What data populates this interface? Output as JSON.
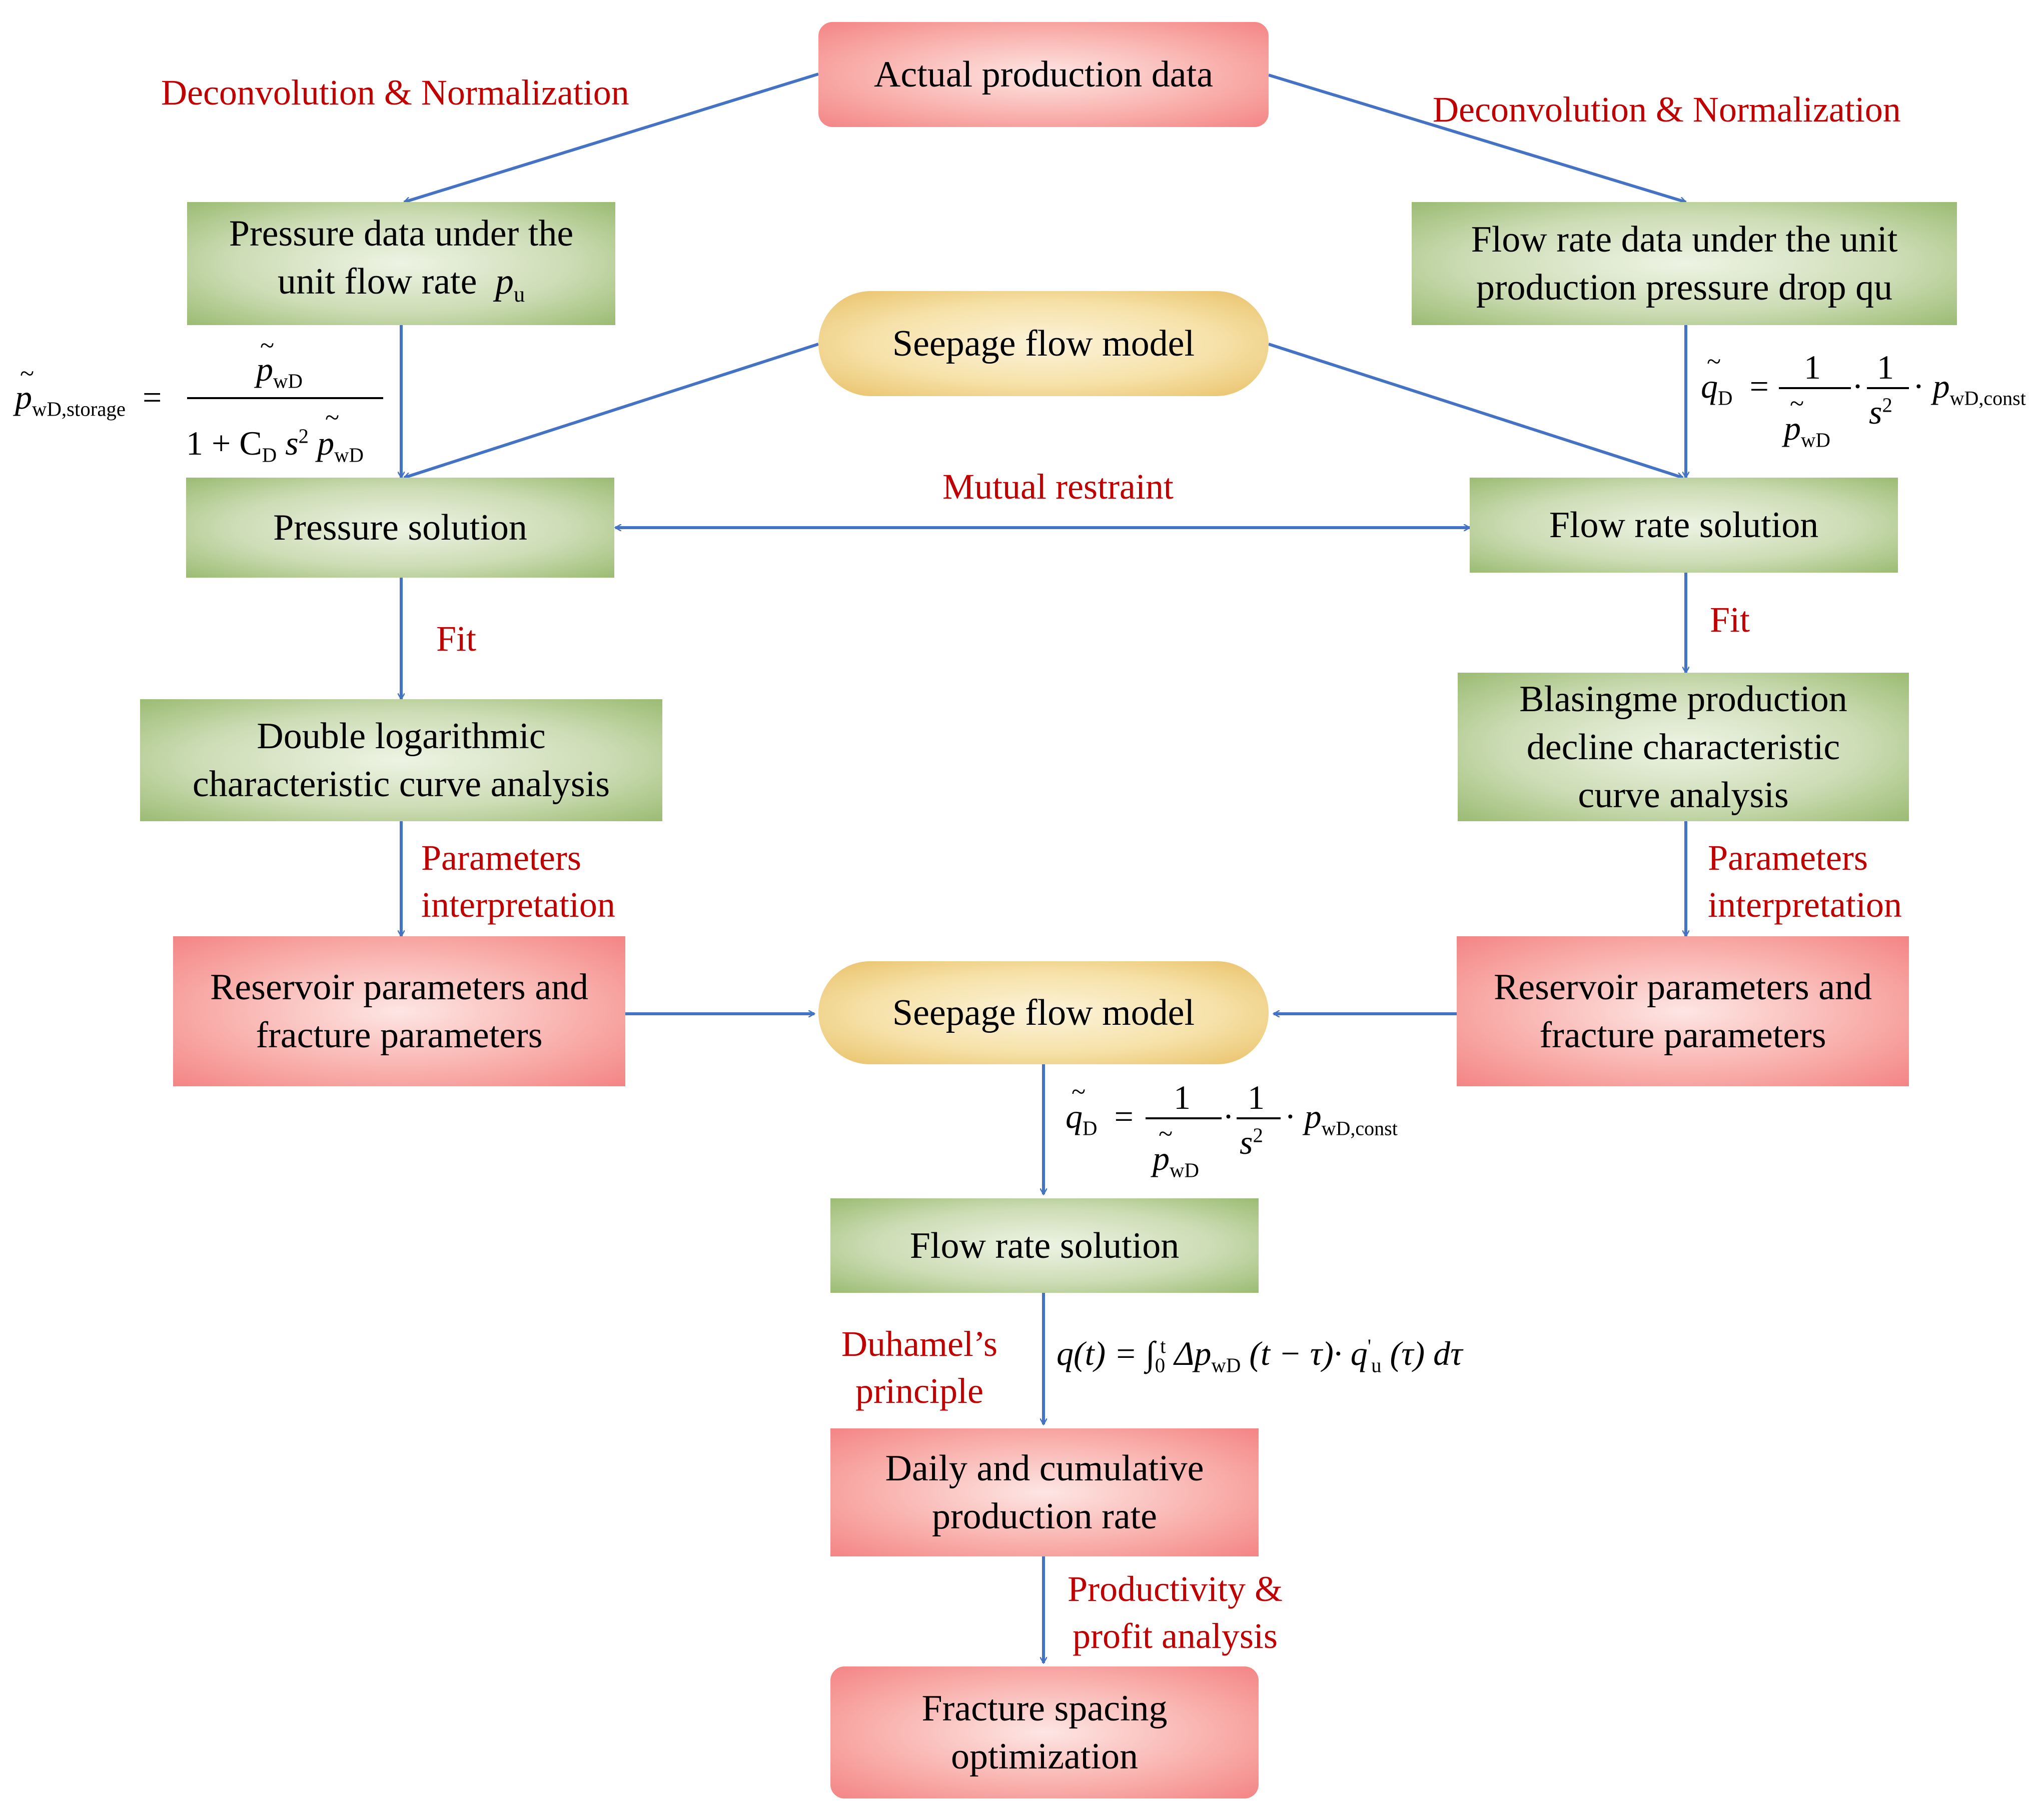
{
  "colors": {
    "arrow": "#4472c4",
    "label_red": "#c00000",
    "green_box": "#a9c48a",
    "red_box": "#f38f8f",
    "pill": "#f0cf82"
  },
  "nodes": {
    "actual_production": "Actual production data",
    "pressure_data_line1": "Pressure data under the",
    "pressure_data_line2": "unit flow rate",
    "pressure_data_symbol": "p",
    "pressure_data_sub": "u",
    "flow_data_line1": "Flow rate data under the unit",
    "flow_data_line2": "production pressure drop qu",
    "seepage_top": "Seepage flow model",
    "pressure_solution": "Pressure solution",
    "flow_solution_right": "Flow rate solution",
    "double_log_line1": "Double logarithmic",
    "double_log_line2": "characteristic curve analysis",
    "blasingme_line1": "Blasingme production",
    "blasingme_line2": "decline characteristic",
    "blasingme_line3": "curve analysis",
    "reservoir_left_line1": "Reservoir parameters and",
    "reservoir_left_line2": "fracture parameters",
    "reservoir_right_line1": "Reservoir parameters and",
    "reservoir_right_line2": "fracture parameters",
    "seepage_mid": "Seepage flow model",
    "flow_solution_bottom": "Flow rate solution",
    "daily_line1": "Daily and cumulative",
    "daily_line2": "production rate",
    "fracture_line1": "Fracture spacing",
    "fracture_line2": "optimization"
  },
  "labels": {
    "deconv_left": "Deconvolution & Normalization",
    "deconv_right": "Deconvolution & Normalization",
    "mutual": "Mutual restraint",
    "fit_left": "Fit",
    "fit_right": "Fit",
    "params_left_1": "Parameters",
    "params_left_2": "interpretation",
    "params_right_1": "Parameters",
    "params_right_2": "interpretation",
    "duhamel_1": "Duhamel’s",
    "duhamel_2": "principle",
    "productivity_1": "Productivity &",
    "productivity_2": "profit analysis"
  },
  "formulas": {
    "storage": {
      "lhs": "p",
      "lhs_sub": "wD,storage",
      "num": "p",
      "num_sub": "wD",
      "den_1": "1 + C",
      "den_sub": "D",
      "den_s": "s",
      "den_sup": "2",
      "den_p": "p",
      "den_p_sub": "wD"
    },
    "qd": {
      "lhs": "q",
      "lhs_sub": "D",
      "one": "1",
      "den_p": "p",
      "den_p_sub": "wD",
      "s": "s",
      "s_sup": "2",
      "tail": "p",
      "tail_sub": "wD,const"
    },
    "duhamel": {
      "text": "q(t) = ∫",
      "lower": "0",
      "upper": "t",
      "body": "Δp",
      "body_sub": "wD",
      "rest": "(t − τ)· q",
      "prime": "'",
      "u": "u",
      "end": "(τ) dτ"
    }
  }
}
